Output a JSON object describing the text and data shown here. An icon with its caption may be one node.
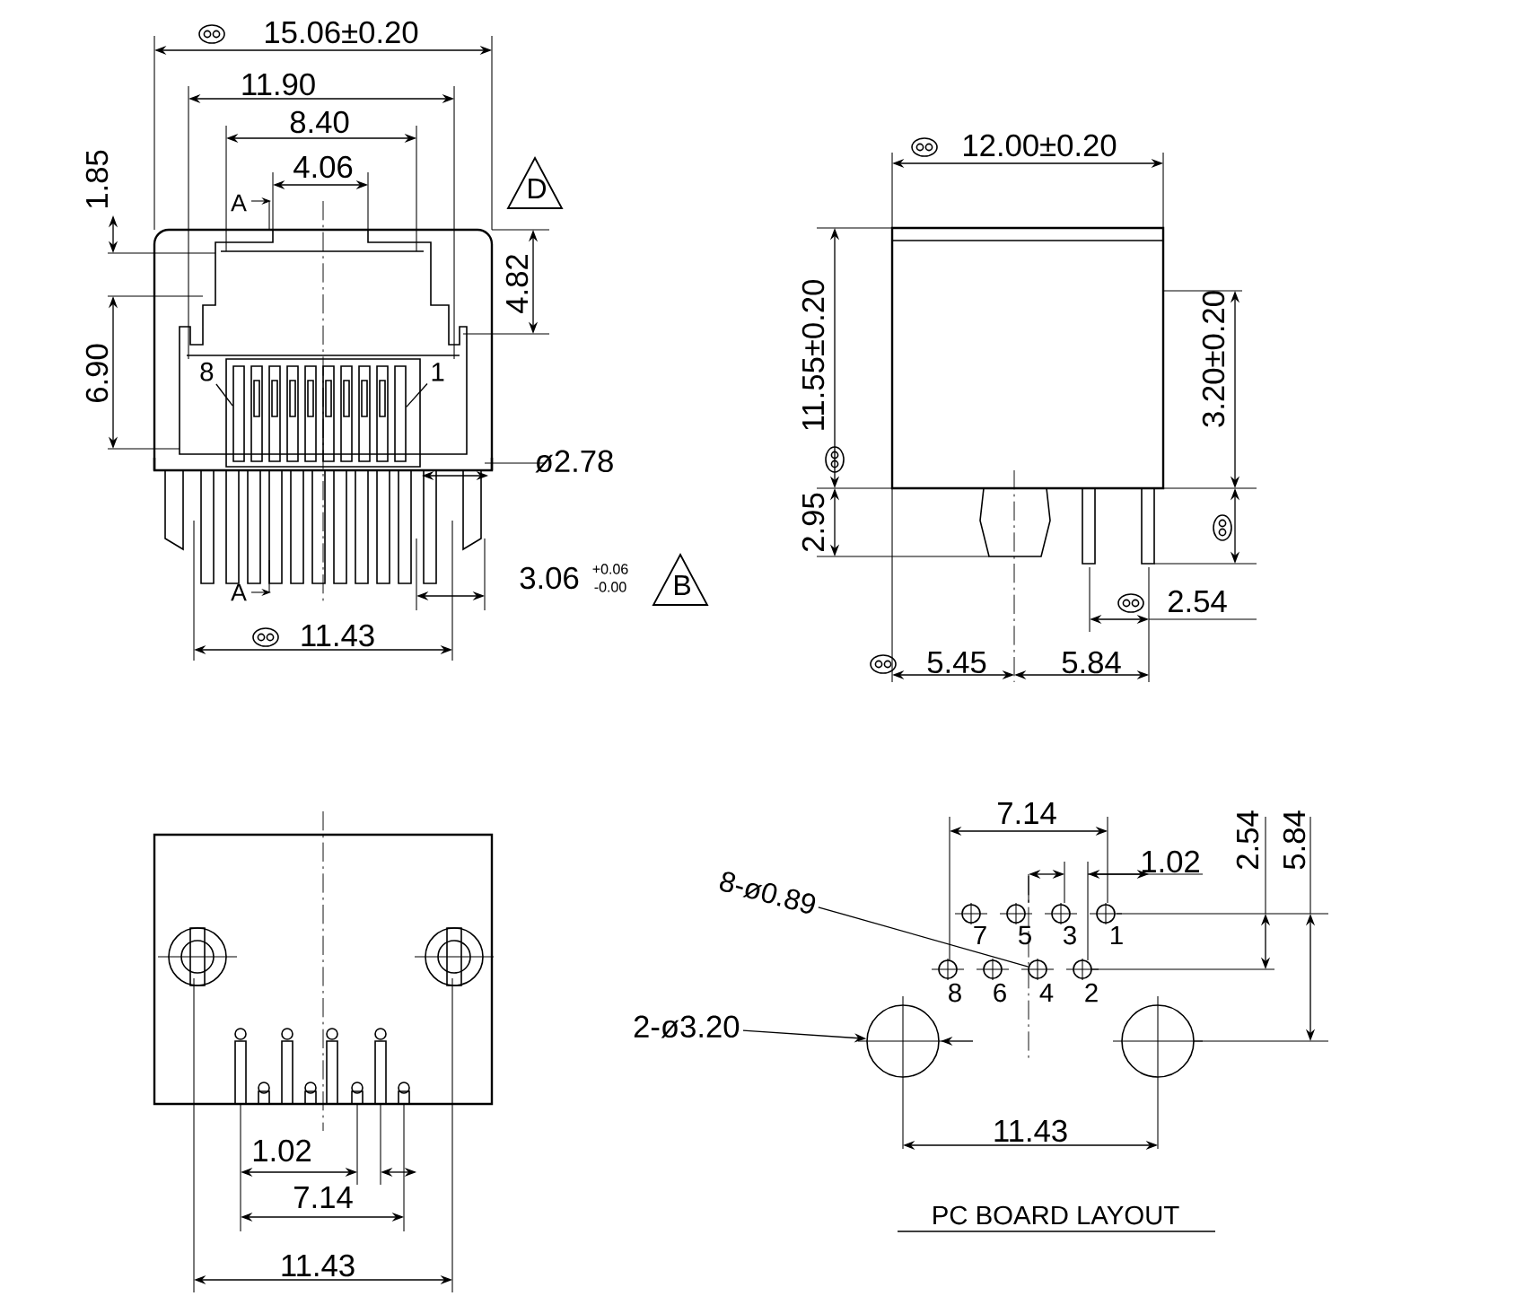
{
  "diagram": {
    "nodes": [
      {
        "text": [
          "8"
        ]
      },
      {
        "text": [
          "1"
        ]
      },
      {
        "text": [
          "8-ø0.89"
        ]
      },
      {
        "text": [
          "2-ø3.20"
        ]
      },
      {
        "text": [],
        "shape": "bar"
      },
      {
        "text": [],
        "shape": "bar"
      },
      {
        "text": [],
        "shape": "circle"
      },
      {
        "text": [],
        "shape": "circle"
      }
    ],
    "edges": [
      {
        "from": 0,
        "to": 4,
        "arrow": "none"
      },
      {
        "from": 1,
        "to": 5,
        "arrow": "none"
      },
      {
        "from": 2,
        "to": 6,
        "arrow": "none"
      },
      {
        "from": 3,
        "to": 7,
        "arrow": "to"
      }
    ],
    "labels": [
      "15.06±0.20",
      "11.90",
      "8.40",
      "4.06",
      "1.85",
      "A",
      "D",
      "12.00±0.20",
      "4.82",
      "11.55±0.20",
      "3.20±0.20",
      "6.90",
      "ø2.78",
      "2.95",
      "A",
      "3.06",
      "+0.06",
      "-0.00",
      "B",
      "11.43",
      "2.54",
      "5.45",
      "5.84",
      "7.14",
      "1.02",
      "2.54",
      "5.84",
      "7",
      "5",
      "3",
      "1",
      "8",
      "6",
      "4",
      "2",
      "11.43",
      "1.02",
      "7.14",
      "11.43",
      "PC BOARD LAYOUT"
    ]
  }
}
